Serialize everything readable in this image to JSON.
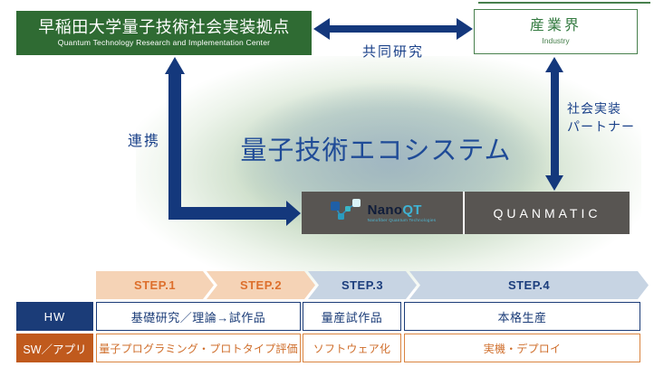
{
  "waseda_box": {
    "title": "早稲田大学量子技術社会実装拠点",
    "subtitle": "Quantum Technology Research and Implementation Center"
  },
  "industry_box": {
    "title": "産業界",
    "subtitle": "Industry"
  },
  "labels": {
    "joint_research": "共同研究",
    "partnership": "連携",
    "social_impl_line1": "社会実装",
    "social_impl_line2": "パートナー"
  },
  "ecosystem": {
    "title": "量子技術エコシステム"
  },
  "companies": {
    "nanoqt": {
      "name_main": "Nano",
      "name_accent": "QT",
      "tagline": "Nanofiber Quantum Technologies",
      "icon": "network-nodes-icon"
    },
    "quanmatic": {
      "name": "QUANMATIC"
    }
  },
  "roadmap": {
    "steps": [
      {
        "label": "STEP.1"
      },
      {
        "label": "STEP.2"
      },
      {
        "label": "STEP.3"
      },
      {
        "label": "STEP.4"
      }
    ],
    "rows": [
      {
        "label": "HW",
        "cells": [
          "基礎研究／理論→試作品",
          "量産試作品",
          "本格生産"
        ]
      },
      {
        "label": "SW／アプリ",
        "cells": [
          "量子プログラミング・プロトタイプ評価",
          "ソフトウェア化",
          "実機・デプロイ"
        ]
      }
    ]
  },
  "colors": {
    "waseda_green": "#2f6b33",
    "industry_green": "#337a40",
    "arrow_navy": "#14387c",
    "ecosystem_text": "#1f4b97",
    "company_bar_gray": "#585552",
    "step12_peach": "#f5d3b6",
    "step12_text": "#dd6f2c",
    "step34_blue": "#c7d4e3",
    "table_navy": "#1b3c78",
    "sw_orange": "#c05a1d",
    "glow_green": "#bfd5bb",
    "glow_blue": "#9db3c5"
  }
}
